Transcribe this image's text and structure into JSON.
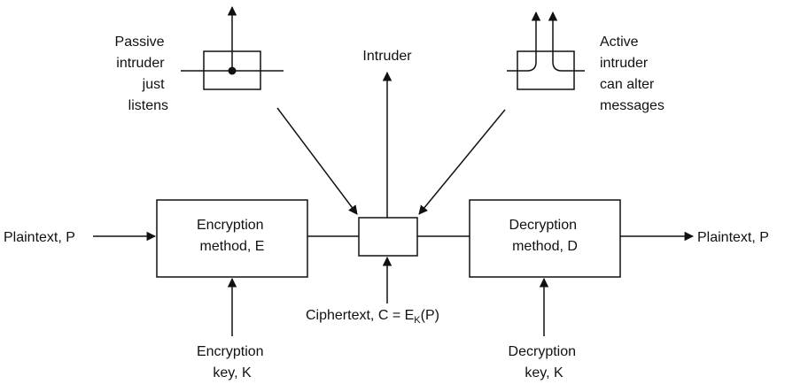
{
  "colors": {
    "ink": "#111111",
    "background": "#ffffff"
  },
  "labels": {
    "passive": [
      "Passive",
      "intruder",
      "just",
      "listens"
    ],
    "intruder": "Intruder",
    "active": [
      "Active",
      "intruder",
      "can alter",
      "messages"
    ],
    "plaintext_in": "Plaintext, P",
    "plaintext_out": "Plaintext, P",
    "encryption_method": [
      "Encryption",
      "method, E"
    ],
    "decryption_method": [
      "Decryption",
      "method, D"
    ],
    "encryption_key": [
      "Encryption",
      "key, K"
    ],
    "decryption_key": [
      "Decryption",
      "key, K"
    ],
    "ciphertext": {
      "prefix": "Ciphertext, C = E",
      "subscript": "K",
      "suffix": "(P)"
    }
  }
}
